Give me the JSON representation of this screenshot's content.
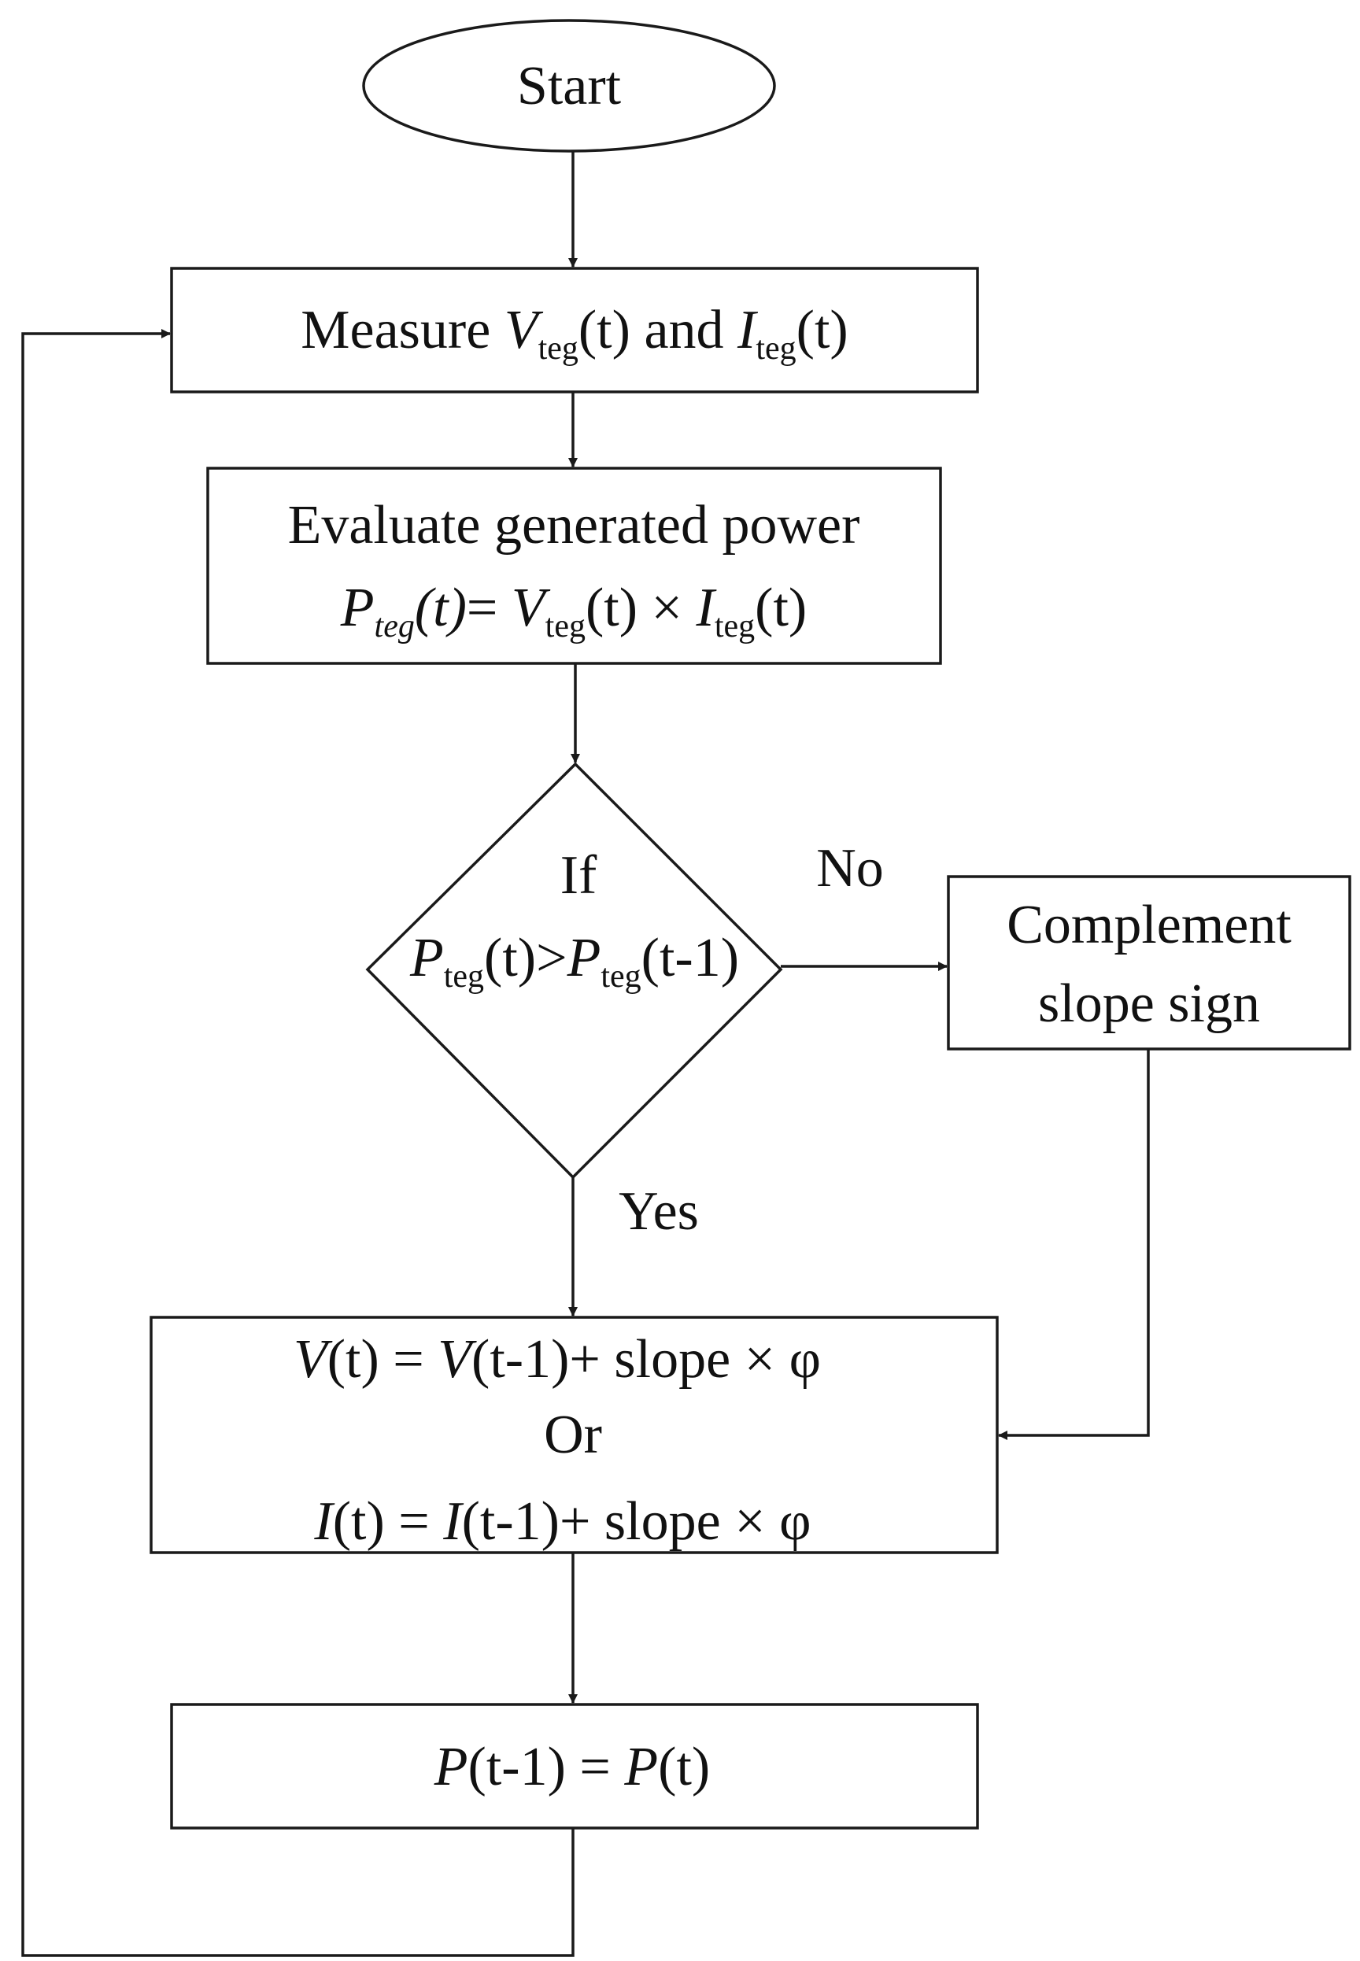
{
  "flowchart": {
    "start": [
      {
        "t": "Start"
      }
    ],
    "measure": [
      {
        "t": "Measure "
      },
      {
        "t": "V",
        "i": true
      },
      {
        "t": "teg",
        "sub": true
      },
      {
        "t": "(t) and "
      },
      {
        "t": "I",
        "i": true
      },
      {
        "t": "teg",
        "sub": true
      },
      {
        "t": "(t)"
      }
    ],
    "evaluate_line1": [
      {
        "t": "Evaluate generated power"
      }
    ],
    "evaluate_line2": [
      {
        "t": "P",
        "i": true
      },
      {
        "t": "teg",
        "sub": true,
        "i": true
      },
      {
        "t": "(t)",
        "i": true
      },
      {
        "t": "= "
      },
      {
        "t": "V",
        "i": true
      },
      {
        "t": "teg",
        "sub": true
      },
      {
        "t": "(t) × "
      },
      {
        "t": "I",
        "i": true
      },
      {
        "t": "teg",
        "sub": true
      },
      {
        "t": "(t)"
      }
    ],
    "decision_line1": [
      {
        "t": "If"
      }
    ],
    "decision_line2": [
      {
        "t": "P",
        "i": true
      },
      {
        "t": "teg",
        "sub": true
      },
      {
        "t": "(t)>"
      },
      {
        "t": "P",
        "i": true
      },
      {
        "t": "teg",
        "sub": true
      },
      {
        "t": "(t-1)"
      }
    ],
    "no_label": [
      {
        "t": "No"
      }
    ],
    "yes_label": [
      {
        "t": "Yes"
      }
    ],
    "complement_line1": [
      {
        "t": "Complement"
      }
    ],
    "complement_line2": [
      {
        "t": "slope sign"
      }
    ],
    "update_line1": [
      {
        "t": "V",
        "i": true
      },
      {
        "t": "(t) = "
      },
      {
        "t": "V",
        "i": true
      },
      {
        "t": "(t-1)+ slope × φ"
      }
    ],
    "update_line2": [
      {
        "t": "Or"
      }
    ],
    "update_line3": [
      {
        "t": "I",
        "i": true
      },
      {
        "t": "(t) = "
      },
      {
        "t": "I",
        "i": true
      },
      {
        "t": "(t-1)+ slope × φ"
      }
    ],
    "store": [
      {
        "t": "P",
        "i": true
      },
      {
        "t": "(t-1) = "
      },
      {
        "t": "P",
        "i": true
      },
      {
        "t": "(t)"
      }
    ]
  }
}
